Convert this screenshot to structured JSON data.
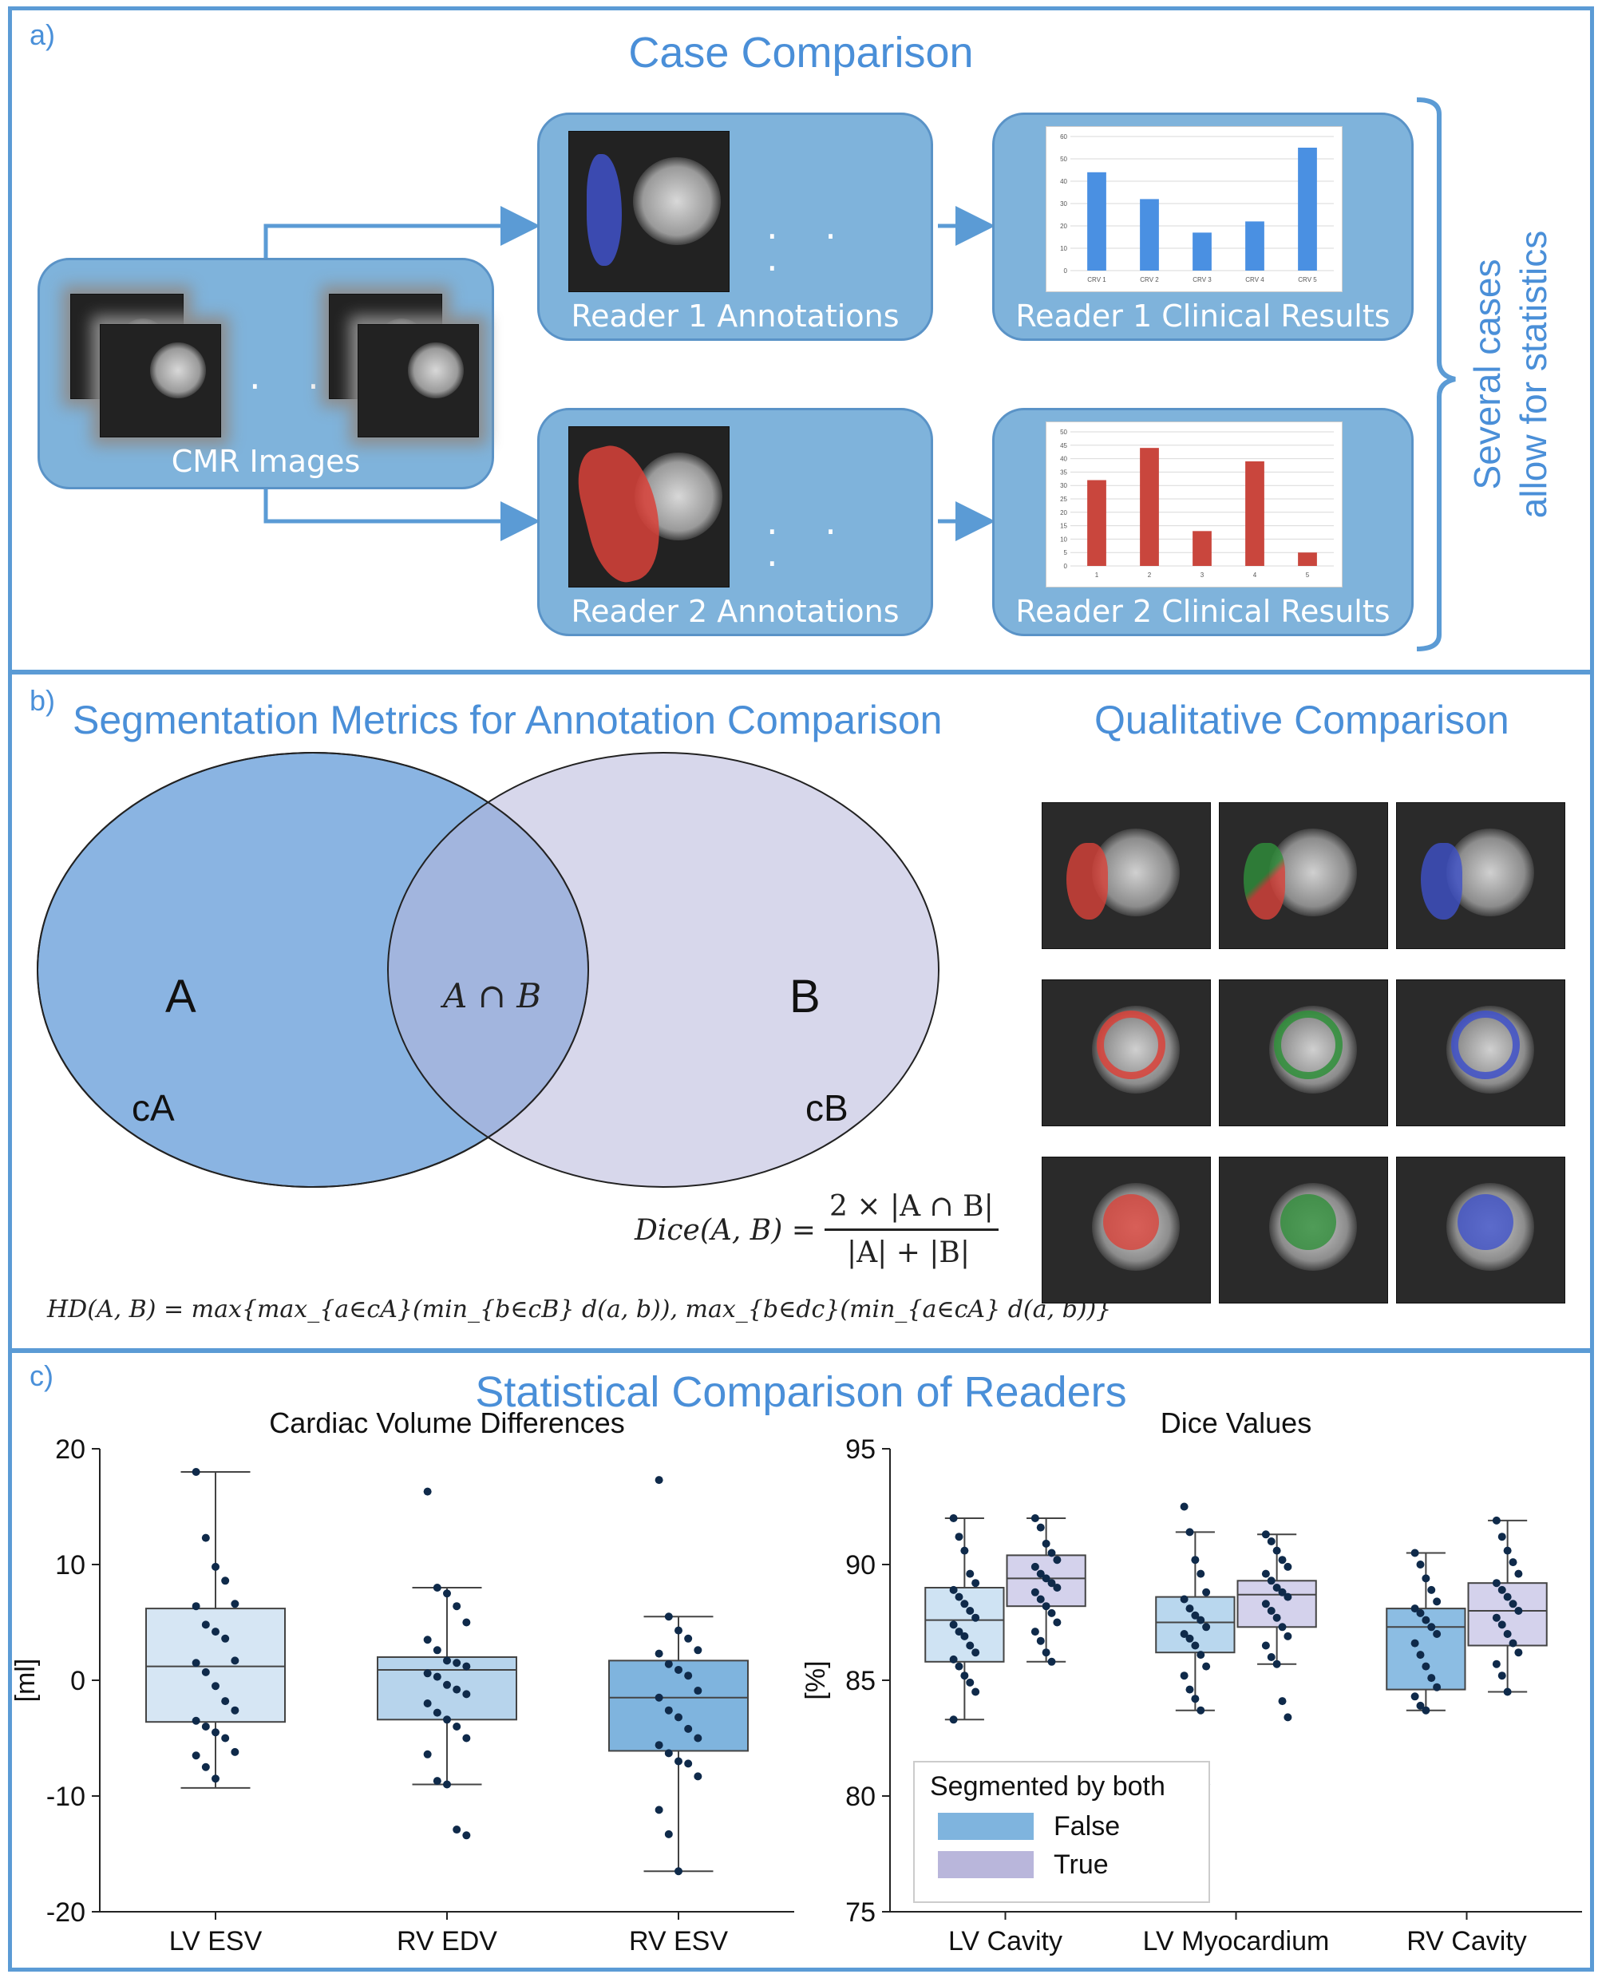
{
  "panel_a": {
    "label": "a)",
    "title": "Case Comparison",
    "cmr_label": "CMR Images",
    "dots": ". . .",
    "reader1_annotations": "Reader 1 Annotations",
    "reader2_annotations": "Reader 2 Annotations",
    "reader1_results": "Reader 1 Clinical Results",
    "reader2_results": "Reader 2 Clinical Results",
    "side_text_line1": "Several cases",
    "side_text_line2": "allow for statistics",
    "annotation_dots": ". .",
    "annotation_dot2": ".",
    "reader1_color": "#3f51c9",
    "reader2_color": "#d9423a"
  },
  "mini_chart_1": {
    "type": "bar",
    "categories": [
      "CRV 1",
      "CRV 2",
      "CRV 3",
      "CRV 4",
      "CRV 5"
    ],
    "values": [
      44,
      32,
      17,
      22,
      55
    ],
    "yticks": [
      0,
      10,
      20,
      30,
      40,
      50,
      60
    ],
    "ylim": [
      0,
      60
    ],
    "color": "#4a90e2"
  },
  "mini_chart_2": {
    "type": "bar",
    "categories": [
      "1",
      "2",
      "3",
      "4",
      "5"
    ],
    "values": [
      32,
      44,
      13,
      39,
      5
    ],
    "yticks": [
      0,
      5,
      10,
      15,
      20,
      25,
      30,
      35,
      40,
      45,
      50
    ],
    "ylim": [
      0,
      50
    ],
    "color": "#c9463d"
  },
  "panel_b": {
    "label": "b)",
    "title_left": "Segmentation Metrics for Annotation Comparison",
    "title_right": "Qualitative Comparison",
    "set_a": "A",
    "set_b": "B",
    "intersection": "A ∩ B",
    "ca": "cA",
    "cb": "cB",
    "dice_lhs": "Dice(A, B) =",
    "dice_num": "2 × |A ∩ B|",
    "dice_den": "|A| + |B|",
    "hd_formula": "HD(A, B)  = max{max_{a∈cA}(min_{b∈cB} d(a, b)), max_{b∈dc}(min_{a∈cA} d(a, b))}",
    "circle_a_color": "#8ab4e2",
    "circle_b_color": "#b6b6da"
  },
  "panel_c": {
    "label": "c)",
    "title": "Statistical Comparison of Readers"
  },
  "chart_data": [
    {
      "type": "box",
      "title": "Cardiac Volume Differences",
      "ylabel": "[ml]",
      "categories": [
        "LV ESV",
        "RV EDV",
        "RV ESV"
      ],
      "ylim": [
        -20,
        20
      ],
      "yticks": [
        -20,
        -10,
        0,
        10,
        20
      ],
      "series": [
        {
          "category": "LV ESV",
          "whisker_low": -9.3,
          "q1": -3.6,
          "median": 1.2,
          "q3": 6.2,
          "whisker_high": 18,
          "points": [
            18,
            12.3,
            9.8,
            8.6,
            6.6,
            6.4,
            4.8,
            4.2,
            3.6,
            1.7,
            1.5,
            0.7,
            -0.5,
            -1.8,
            -2.6,
            -3.5,
            -4,
            -4.5,
            -5,
            -6.2,
            -6.5,
            -7.5,
            -8.5
          ]
        },
        {
          "category": "RV EDV",
          "whisker_low": -9,
          "q1": -3.4,
          "median": 0.9,
          "q3": 2,
          "whisker_high": 8,
          "points": [
            16.3,
            8,
            7.5,
            6.4,
            5,
            3.5,
            2.6,
            1.7,
            1.5,
            1.2,
            0.6,
            0.3,
            -0.4,
            -0.8,
            -1.2,
            -2,
            -2.8,
            -3.4,
            -4,
            -5,
            -6.4,
            -8.7,
            -9,
            -12.9,
            -13.4
          ]
        },
        {
          "category": "RV ESV",
          "whisker_low": -16.5,
          "q1": -6.1,
          "median": -1.5,
          "q3": 1.7,
          "whisker_high": 5.5,
          "points": [
            17.3,
            5.5,
            4.3,
            3.6,
            2.6,
            2.3,
            1.4,
            0.9,
            0.4,
            -0.9,
            -1.5,
            -2.6,
            -3.2,
            -4.2,
            -5,
            -5.6,
            -6.3,
            -7,
            -7.2,
            -8.3,
            -11.2,
            -13.3,
            -16.5
          ]
        }
      ]
    },
    {
      "type": "box",
      "title": "Dice Values",
      "ylabel": "[%]",
      "categories": [
        "LV Cavity",
        "LV Myocardium",
        "RV Cavity"
      ],
      "ylim": [
        75,
        95
      ],
      "yticks": [
        75,
        80,
        85,
        90,
        95
      ],
      "legend": {
        "title": "Segmented by both",
        "entries": [
          "False",
          "True"
        ],
        "colors": [
          "#7fb4de",
          "#b9b6db"
        ]
      },
      "series": [
        {
          "category": "LV Cavity",
          "group": "False",
          "whisker_low": 83.3,
          "q1": 85.8,
          "median": 87.6,
          "q3": 89,
          "whisker_high": 92,
          "points": [
            92,
            91.2,
            90.6,
            89.6,
            89.2,
            88.9,
            88.6,
            88.3,
            88,
            87.7,
            87.4,
            87.1,
            86.9,
            86.5,
            86.2,
            85.9,
            85.6,
            85.2,
            84.9,
            84.5,
            83.3
          ]
        },
        {
          "category": "LV Cavity",
          "group": "True",
          "whisker_low": 85.8,
          "q1": 88.2,
          "median": 89.4,
          "q3": 90.4,
          "whisker_high": 92,
          "points": [
            92,
            91.6,
            90.9,
            90.5,
            90.2,
            89.9,
            89.6,
            89.4,
            89.2,
            89,
            88.8,
            88.5,
            88.2,
            87.9,
            87.5,
            87.1,
            86.7,
            86.2,
            85.8
          ]
        },
        {
          "category": "LV Myocardium",
          "group": "False",
          "whisker_low": 83.7,
          "q1": 86.2,
          "median": 87.5,
          "q3": 88.6,
          "whisker_high": 91.4,
          "points": [
            92.5,
            91.4,
            90.2,
            89.6,
            88.8,
            88.5,
            88.1,
            87.8,
            87.6,
            87.3,
            87,
            86.8,
            86.5,
            86.1,
            85.6,
            85.2,
            84.6,
            84.2,
            83.7,
            80.5
          ]
        },
        {
          "category": "LV Myocardium",
          "group": "True",
          "whisker_low": 85.7,
          "q1": 87.3,
          "median": 88.7,
          "q3": 89.3,
          "whisker_high": 91.3,
          "points": [
            91.3,
            91,
            90.6,
            90.2,
            89.9,
            89.6,
            89.3,
            89,
            88.8,
            88.6,
            88.3,
            88,
            87.7,
            87.3,
            86.9,
            86.5,
            86,
            85.7,
            84.1,
            83.4
          ]
        },
        {
          "category": "RV Cavity",
          "group": "False",
          "whisker_low": 83.7,
          "q1": 84.6,
          "median": 87.3,
          "q3": 88.1,
          "whisker_high": 90.5,
          "points": [
            90.5,
            90,
            89.4,
            88.9,
            88.4,
            88.1,
            87.9,
            87.6,
            87.3,
            87,
            86.6,
            86.1,
            85.6,
            85.1,
            84.7,
            84.3,
            83.9,
            83.7
          ]
        },
        {
          "category": "RV Cavity",
          "group": "True",
          "whisker_low": 84.5,
          "q1": 86.5,
          "median": 88,
          "q3": 89.2,
          "whisker_high": 91.9,
          "points": [
            91.9,
            91.2,
            90.6,
            90.1,
            89.6,
            89.2,
            88.9,
            88.6,
            88.3,
            88,
            87.7,
            87.4,
            87,
            86.6,
            86.2,
            85.7,
            85.2,
            84.5
          ]
        }
      ]
    }
  ]
}
